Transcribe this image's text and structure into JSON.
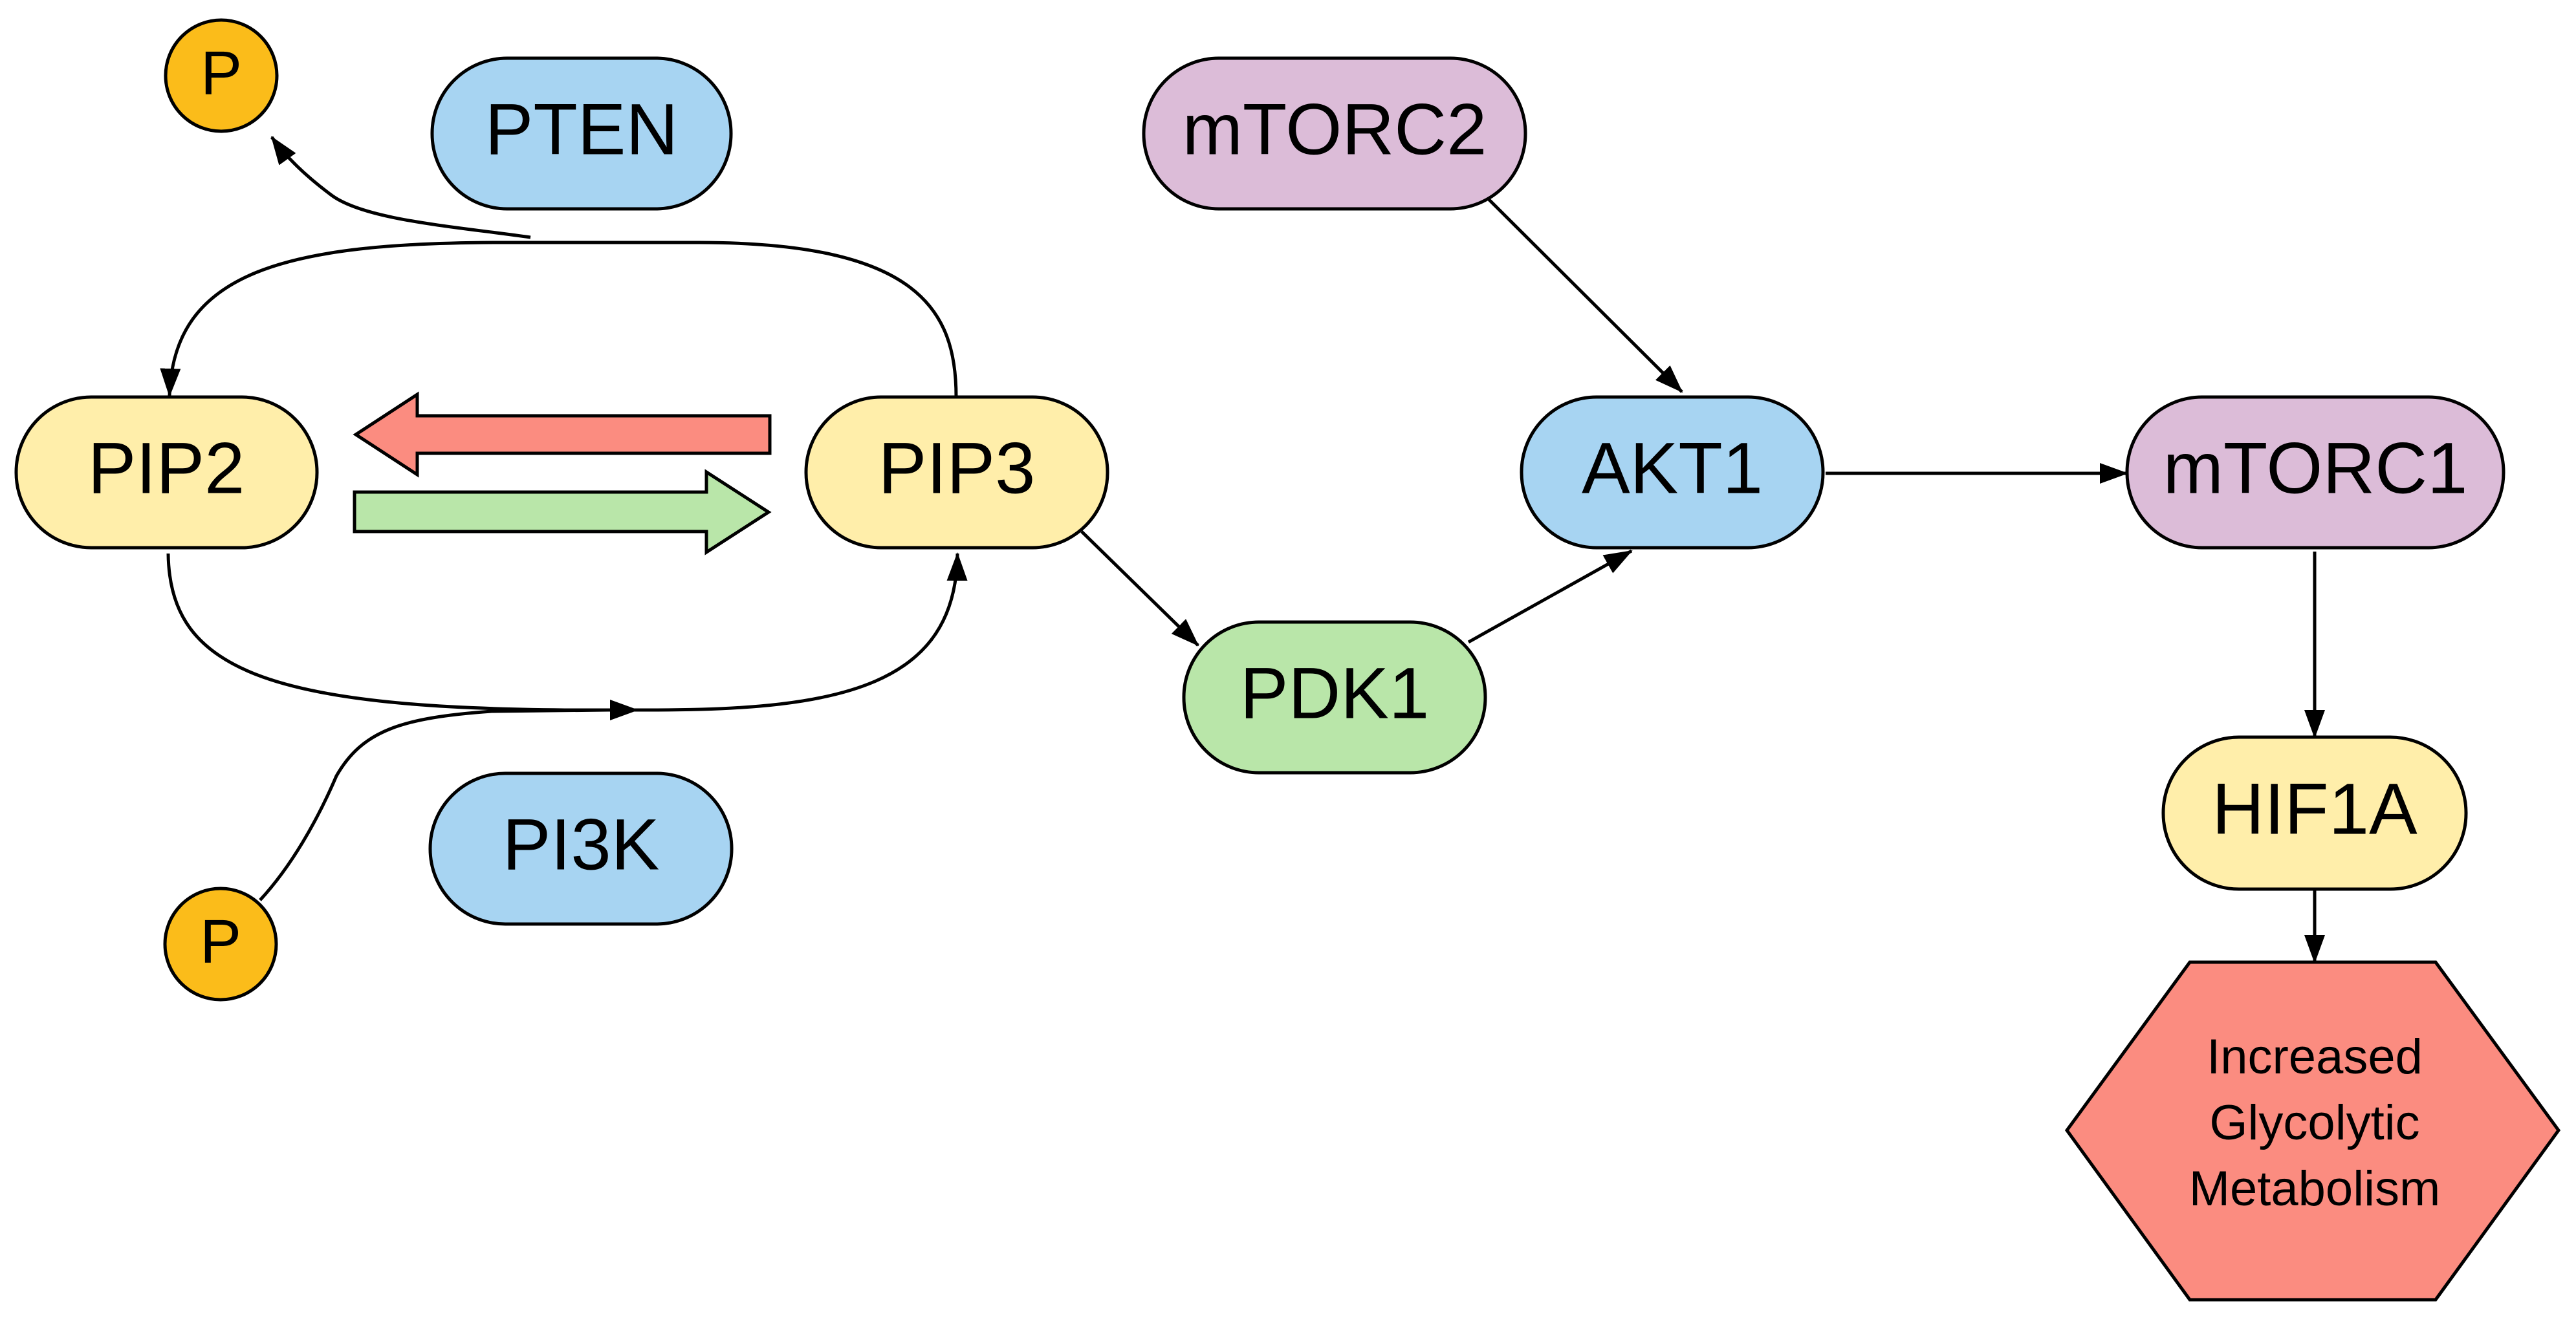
{
  "nodes": {
    "pten": {
      "label": "PTEN",
      "color": "#a7d4f2"
    },
    "pip2": {
      "label": "PIP2",
      "color": "#ffeeaa"
    },
    "pip3": {
      "label": "PIP3",
      "color": "#ffeeaa"
    },
    "pi3k": {
      "label": "PI3K",
      "color": "#a7d4f2"
    },
    "mtorc2": {
      "label": "mTORC2",
      "color": "#dcbcd8"
    },
    "akt1": {
      "label": "AKT1",
      "color": "#a7d4f2"
    },
    "pdk1": {
      "label": "PDK1",
      "color": "#b9e6a9"
    },
    "mtorc1": {
      "label": "mTORC1",
      "color": "#dcbcd8"
    },
    "hif1a": {
      "label": "HIF1A",
      "color": "#ffeeaa"
    }
  },
  "phosphates": {
    "top": {
      "label": "P",
      "color": "#fbbc1a"
    },
    "bottom": {
      "label": "P",
      "color": "#fbbc1a"
    }
  },
  "outcome": {
    "lines": [
      "Increased",
      "Glycolytic",
      "Metabolism"
    ],
    "color": "#fb8c80"
  },
  "conversion_arrows": {
    "reverse_color": "#fb8c80",
    "forward_color": "#b9e6a9"
  }
}
